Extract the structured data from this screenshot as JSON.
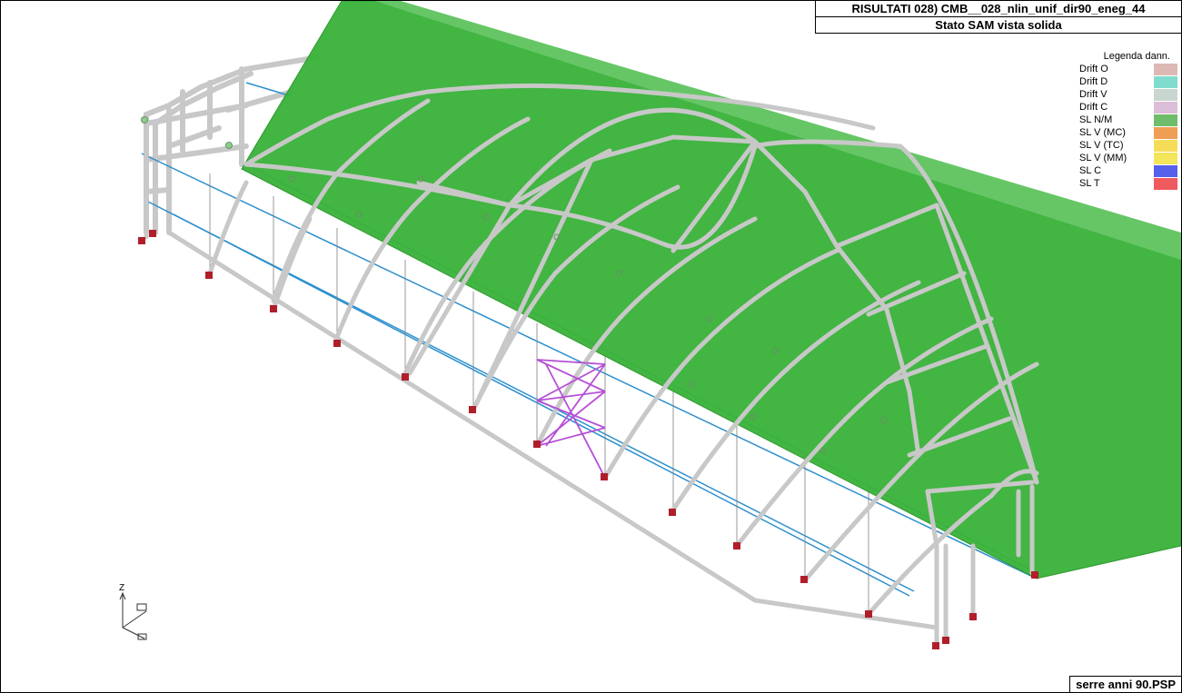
{
  "header": {
    "title_line_1": "RISULTATI  028) CMB__028_nlin_unif_dir90_eneg_44",
    "title_line_2": "Stato SAM vista solida"
  },
  "legend": {
    "title": "Legenda dann.",
    "items": [
      {
        "label": "Drift O",
        "color": "#ddb9b6"
      },
      {
        "label": "Drift D",
        "color": "#7fdcce"
      },
      {
        "label": "Drift V",
        "color": "#c9d6d0"
      },
      {
        "label": "Drift C",
        "color": "#dcbed8"
      },
      {
        "label": "SL N/M",
        "color": "#6ebd6a"
      },
      {
        "label": "SL V (MC)",
        "color": "#ef9e55"
      },
      {
        "label": "SL V (TC)",
        "color": "#f6dd58"
      },
      {
        "label": "SL V (MM)",
        "color": "#f3e55c"
      },
      {
        "label": "SL C",
        "color": "#5560ec"
      },
      {
        "label": "SL T",
        "color": "#ef5a5e"
      }
    ]
  },
  "axis": {
    "z_label": "Z"
  },
  "footer": {
    "file_name": "serre anni 90.PSP"
  },
  "colors": {
    "roof": "#3ab23a",
    "roof_edge": "#2f9a2f",
    "member": "#c8c8c8",
    "beam": "#2b8fcc",
    "bracing": "#b64fd6",
    "support": "#b01e2a"
  }
}
